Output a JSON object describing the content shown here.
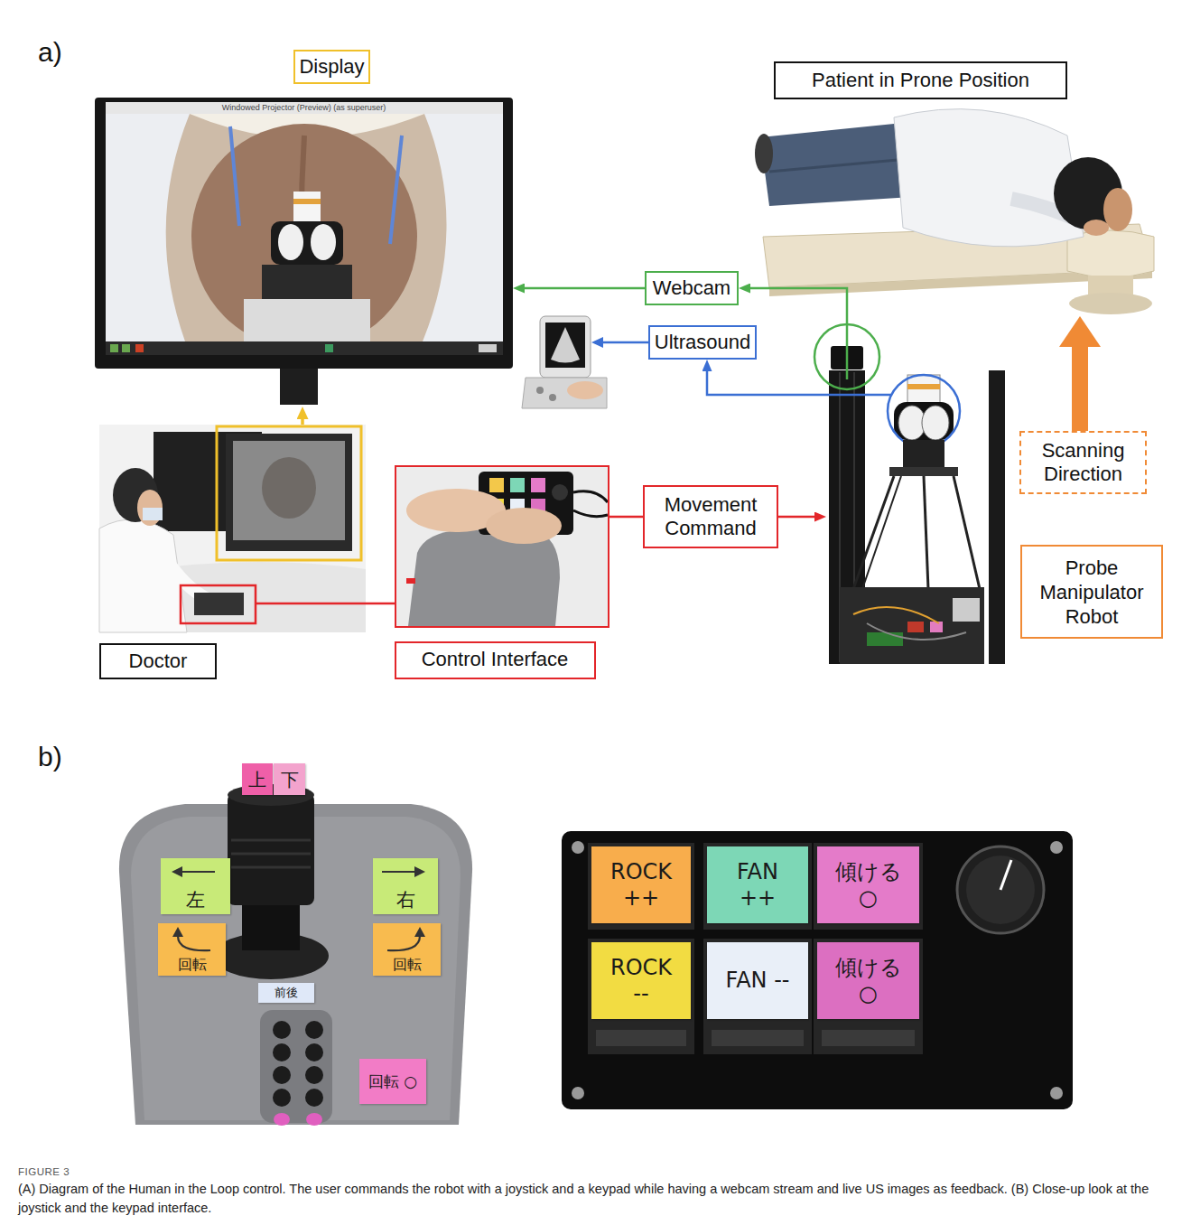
{
  "diagram": {
    "caption": "(A) Diagram of the Human in the Loop control. The user commands the robot with a joystick and a keypad while having a webcam stream and live US images as feedback. (B) Close-up look at the joystick and the keypad interface.",
    "nodes": [
      {
        "text": [
          "Display",
          "Windowed Projector (Preview) (as superuser)"
        ]
      },
      {
        "text": [
          "Patient in Prone Position"
        ]
      },
      {
        "text": [
          "Webcam"
        ]
      },
      {
        "text": [
          "Ultrasound"
        ]
      },
      {
        "text": [
          "Scanning Direction"
        ]
      },
      {
        "text": [
          "Movement Command"
        ]
      },
      {
        "text": [
          "Probe Manipulator Robot"
        ]
      },
      {
        "text": [
          "Doctor"
        ]
      },
      {
        "text": [
          "Control Interface"
        ]
      },
      {
        "text": [
          "上"
        ]
      },
      {
        "text": [
          "下"
        ]
      },
      {
        "text": [
          "左"
        ]
      },
      {
        "text": [
          "右"
        ]
      },
      {
        "text": [
          "回転"
        ]
      },
      {
        "text": [
          "回転"
        ]
      },
      {
        "text": [
          "前後"
        ]
      },
      {
        "text": [
          "回転 ○"
        ]
      },
      {
        "text": [
          "ROCK ++"
        ]
      },
      {
        "text": [
          "FAN ++"
        ]
      },
      {
        "text": [
          "傾ける ○"
        ]
      },
      {
        "text": [
          "ROCK --"
        ]
      },
      {
        "text": [
          "FAN --"
        ]
      },
      {
        "text": [
          "傾ける ○"
        ]
      }
    ],
    "edges": [
      {
        "from": 2,
        "to": 0,
        "arrow": "to"
      },
      {
        "from": 6,
        "to": 2,
        "arrow": "to"
      },
      {
        "from": 6,
        "to": 3,
        "arrow": "to"
      },
      {
        "from": 4,
        "to": 1,
        "arrow": "to"
      },
      {
        "from": 8,
        "to": 5,
        "arrow": "none"
      },
      {
        "from": 5,
        "to": 6,
        "arrow": "to"
      },
      {
        "from": 7,
        "to": 0,
        "arrow": "to"
      },
      {
        "from": 7,
        "to": 8,
        "arrow": "none"
      }
    ],
    "labels": [
      "a)",
      "b)",
      "FIGURE 3"
    ]
  }
}
